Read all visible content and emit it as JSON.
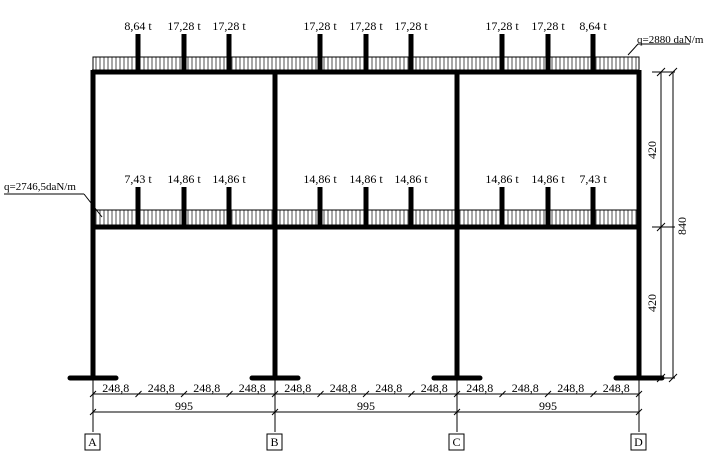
{
  "top_floor": {
    "distributed_load": "q=2880 daN/m",
    "point_loads": [
      "8,64 t",
      "17,28 t",
      "17,28 t",
      "17,28 t",
      "17,28 t",
      "17,28 t",
      "17,28 t",
      "17,28 t",
      "8,64 t"
    ]
  },
  "middle_floor": {
    "distributed_load": "q=2746,5daN/m",
    "point_loads": [
      "7,43 t",
      "14,86 t",
      "14,86 t",
      "14,86 t",
      "14,86 t",
      "14,86 t",
      "14,86 t",
      "14,86 t",
      "7,43 t"
    ]
  },
  "dimensions": {
    "sub_spans": [
      "248,8",
      "248,8",
      "248,8",
      "248,8",
      "248,8",
      "248,8",
      "248,8",
      "248,8",
      "248,8",
      "248,8",
      "248,8",
      "248,8"
    ],
    "spans": [
      "995",
      "995",
      "995"
    ],
    "story_heights": [
      "420",
      "420"
    ],
    "total_height": "840"
  },
  "axes": [
    "A",
    "B",
    "C",
    "D"
  ]
}
